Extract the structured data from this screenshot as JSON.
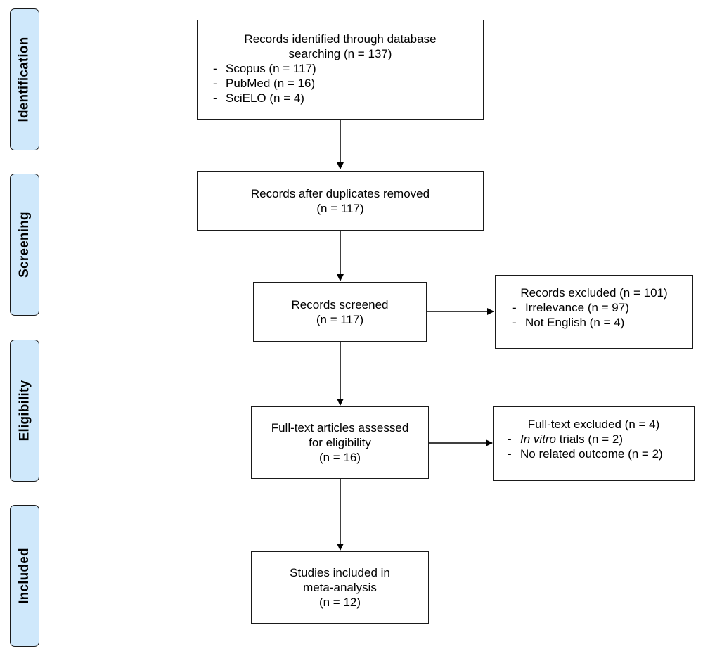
{
  "phases": [
    "Identification",
    "Screening",
    "Eligibility",
    "Included"
  ],
  "identification": {
    "title": "Records identified through database searching (n = 137)",
    "title_line1": "Records identified through database",
    "title_line2": "searching (n = 137)",
    "items": [
      "Scopus (n = 117)",
      "PubMed (n = 16)",
      "SciELO (n = 4)"
    ]
  },
  "duplicates": {
    "line1": "Records after duplicates removed",
    "line2": "(n = 117)"
  },
  "screened": {
    "line1": "Records screened",
    "line2": "(n = 117)"
  },
  "excluded": {
    "title": "Records excluded (n = 101)",
    "items": [
      "Irrelevance (n = 97)",
      "Not English (n = 4)"
    ]
  },
  "fulltext": {
    "line1": "Full-text articles assessed",
    "line2": "for eligibility",
    "line3": "(n = 16)"
  },
  "fulltext_excluded": {
    "title": "Full-text excluded (n = 4)",
    "item1_italic": "In vitro",
    "item1_rest": " trials (n = 2)",
    "item2": "No related outcome (n = 2)"
  },
  "included": {
    "line1": "Studies included in",
    "line2": "meta-analysis",
    "line3": "(n = 12)"
  }
}
